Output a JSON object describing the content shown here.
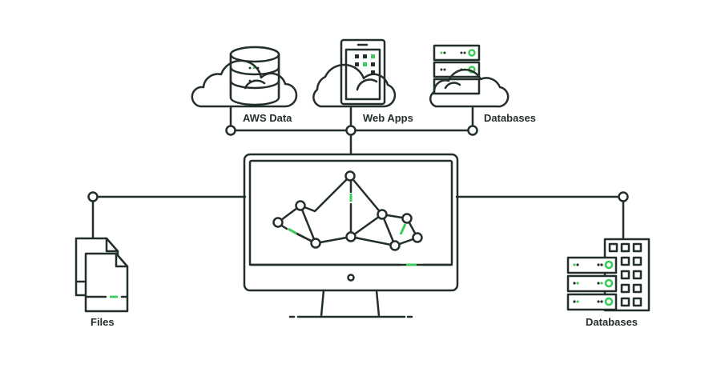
{
  "diagram": {
    "colors": {
      "line": "#232f2a",
      "accent": "#3ccb5a",
      "cloud": "#d6ebf7"
    },
    "nodes": {
      "aws_data": {
        "label": "AWS Data",
        "icon": "cloud-database-icon"
      },
      "web_apps": {
        "label": "Web Apps",
        "icon": "cloud-mobile-app-icon"
      },
      "databases_top": {
        "label": "Databases",
        "icon": "cloud-server-rack-icon"
      },
      "files": {
        "label": "Files",
        "icon": "files-icon"
      },
      "databases_right": {
        "label": "Databases",
        "icon": "server-building-icon"
      },
      "center": {
        "icon": "monitor-network-graph-icon"
      }
    }
  }
}
